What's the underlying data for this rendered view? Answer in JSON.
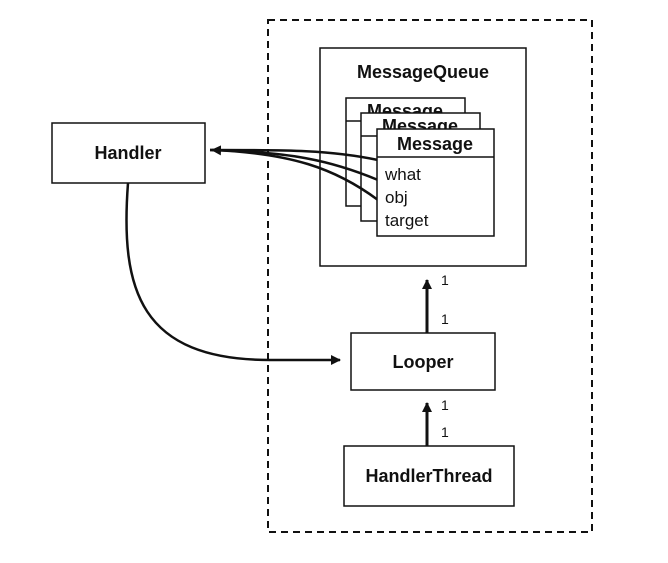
{
  "diagram": {
    "nodes": {
      "handler": "Handler",
      "message_queue": "MessageQueue",
      "message": "Message",
      "message_fields": [
        "what",
        "obj",
        "target"
      ],
      "looper": "Looper",
      "handler_thread": "HandlerThread"
    },
    "multiplicities": {
      "looper_to_queue_top": "1",
      "looper_to_queue_bottom": "1",
      "thread_to_looper_top": "1",
      "thread_to_looper_bottom": "1"
    }
  }
}
